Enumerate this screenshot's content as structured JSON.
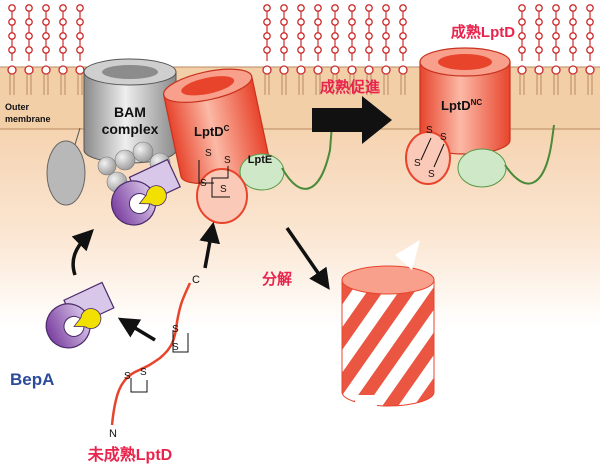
{
  "labels": {
    "outer_membrane": [
      "Outer",
      "membrane"
    ],
    "bam": [
      "BAM",
      "complex"
    ],
    "lptd_c": "LptD",
    "lptd_c_sup": "C",
    "lpte": "LptE",
    "promote": "成熟促進",
    "mature_title": "成熟LptD",
    "lptd_nc": "LptD",
    "lptd_nc_sup": "NC",
    "degradation": "分解",
    "bepa": "BepA",
    "immature": "未成熟LptD",
    "n_term": "N",
    "c_term": "C",
    "s": "S"
  },
  "colors": {
    "lptd_red": "#e8442c",
    "lptd_light": "#fbc9b8",
    "label_red": "#e8244c",
    "bepa_blue": "#2b4b9b",
    "bepa_purple": "#7b3fa0",
    "lpte_green": "#cfe8c8",
    "membrane_tan": "#f3cfa8",
    "lipid_red": "#cc2b2b"
  }
}
